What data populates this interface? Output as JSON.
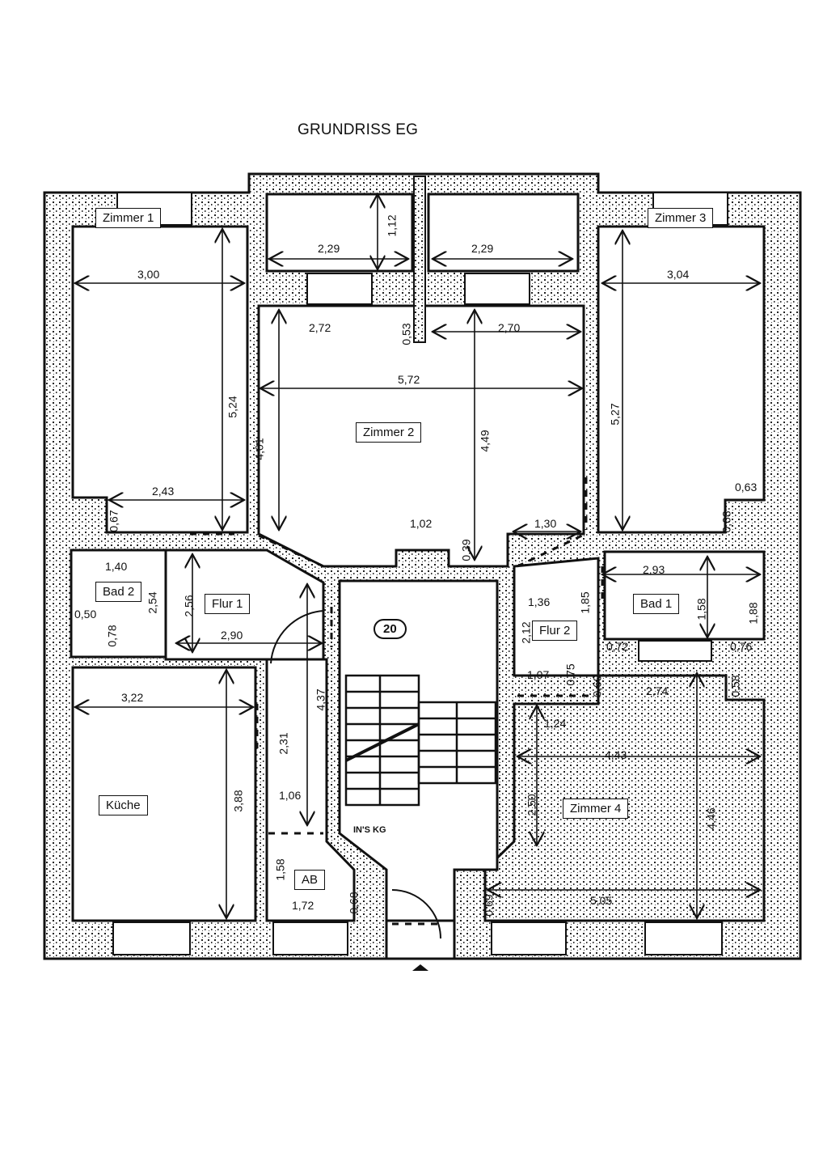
{
  "title": "GRUNDRISS EG",
  "rooms": {
    "zimmer1": "Zimmer 1",
    "zimmer2": "Zimmer 2",
    "zimmer3": "Zimmer 3",
    "zimmer4": "Zimmer 4",
    "bad1": "Bad 1",
    "bad2": "Bad 2",
    "flur1": "Flur 1",
    "flur2": "Flur 2",
    "kueche": "Küche",
    "ab": "AB"
  },
  "stair_number": "20",
  "stair_note": "IN'S KG",
  "dims": {
    "balcony_left_w": "2,29",
    "balcony_right_w": "2,29",
    "balcony_h": "1,12",
    "z1_w": "3,00",
    "z1_h": "5,24",
    "z1_w_bottom": "2,43",
    "z1_notch": "0,67",
    "z2_left_w": "2,72",
    "z2_right_w": "2,70",
    "z2_wall": "0,53",
    "z2_w": "5,72",
    "z2_h_left": "4,01",
    "z2_h": "4,49",
    "z2_chimney": "1,02",
    "z2_chimney_h": "0,39",
    "z2_door_w": "1,30",
    "z3_w": "3,04",
    "z3_h": "5,27",
    "z3_notch_w": "0,63",
    "z3_notch_h": "0,68",
    "bad2_w": "1,40",
    "bad2_h": "2,54",
    "bad2_shower_w": "0,50",
    "bad2_shower_h": "0,78",
    "flur1_h": "2,56",
    "flur1_w": "2,90",
    "flur2_w_top": "1,36",
    "flur2_h": "2,12",
    "flur2_w_bottom": "1,07",
    "flur2_wall_h": "1,85",
    "flur2_notch": "0,75",
    "bad1_w": "2,93",
    "bad1_h": "1,58",
    "bad1_h_right": "1,88",
    "bad1_left": "0,72",
    "bad1_right": "0,76",
    "z4_notch_left": "0,69",
    "z4_top_w": "2,74",
    "z4_notch_right": "0,58",
    "z4_door": "1,24",
    "z4_w": "4,43",
    "z4_h_left": "2,50",
    "z4_h": "4,46",
    "z4_w_bottom": "5,05",
    "z4_diag": "0,69",
    "kueche_w": "3,22",
    "kueche_h": "3,88",
    "kueche_door": "2,31",
    "corridor_h": "4,37",
    "corridor_w": "1,06",
    "ab_h": "1,58",
    "ab_w": "1,72",
    "ab_diag": "0,68"
  }
}
